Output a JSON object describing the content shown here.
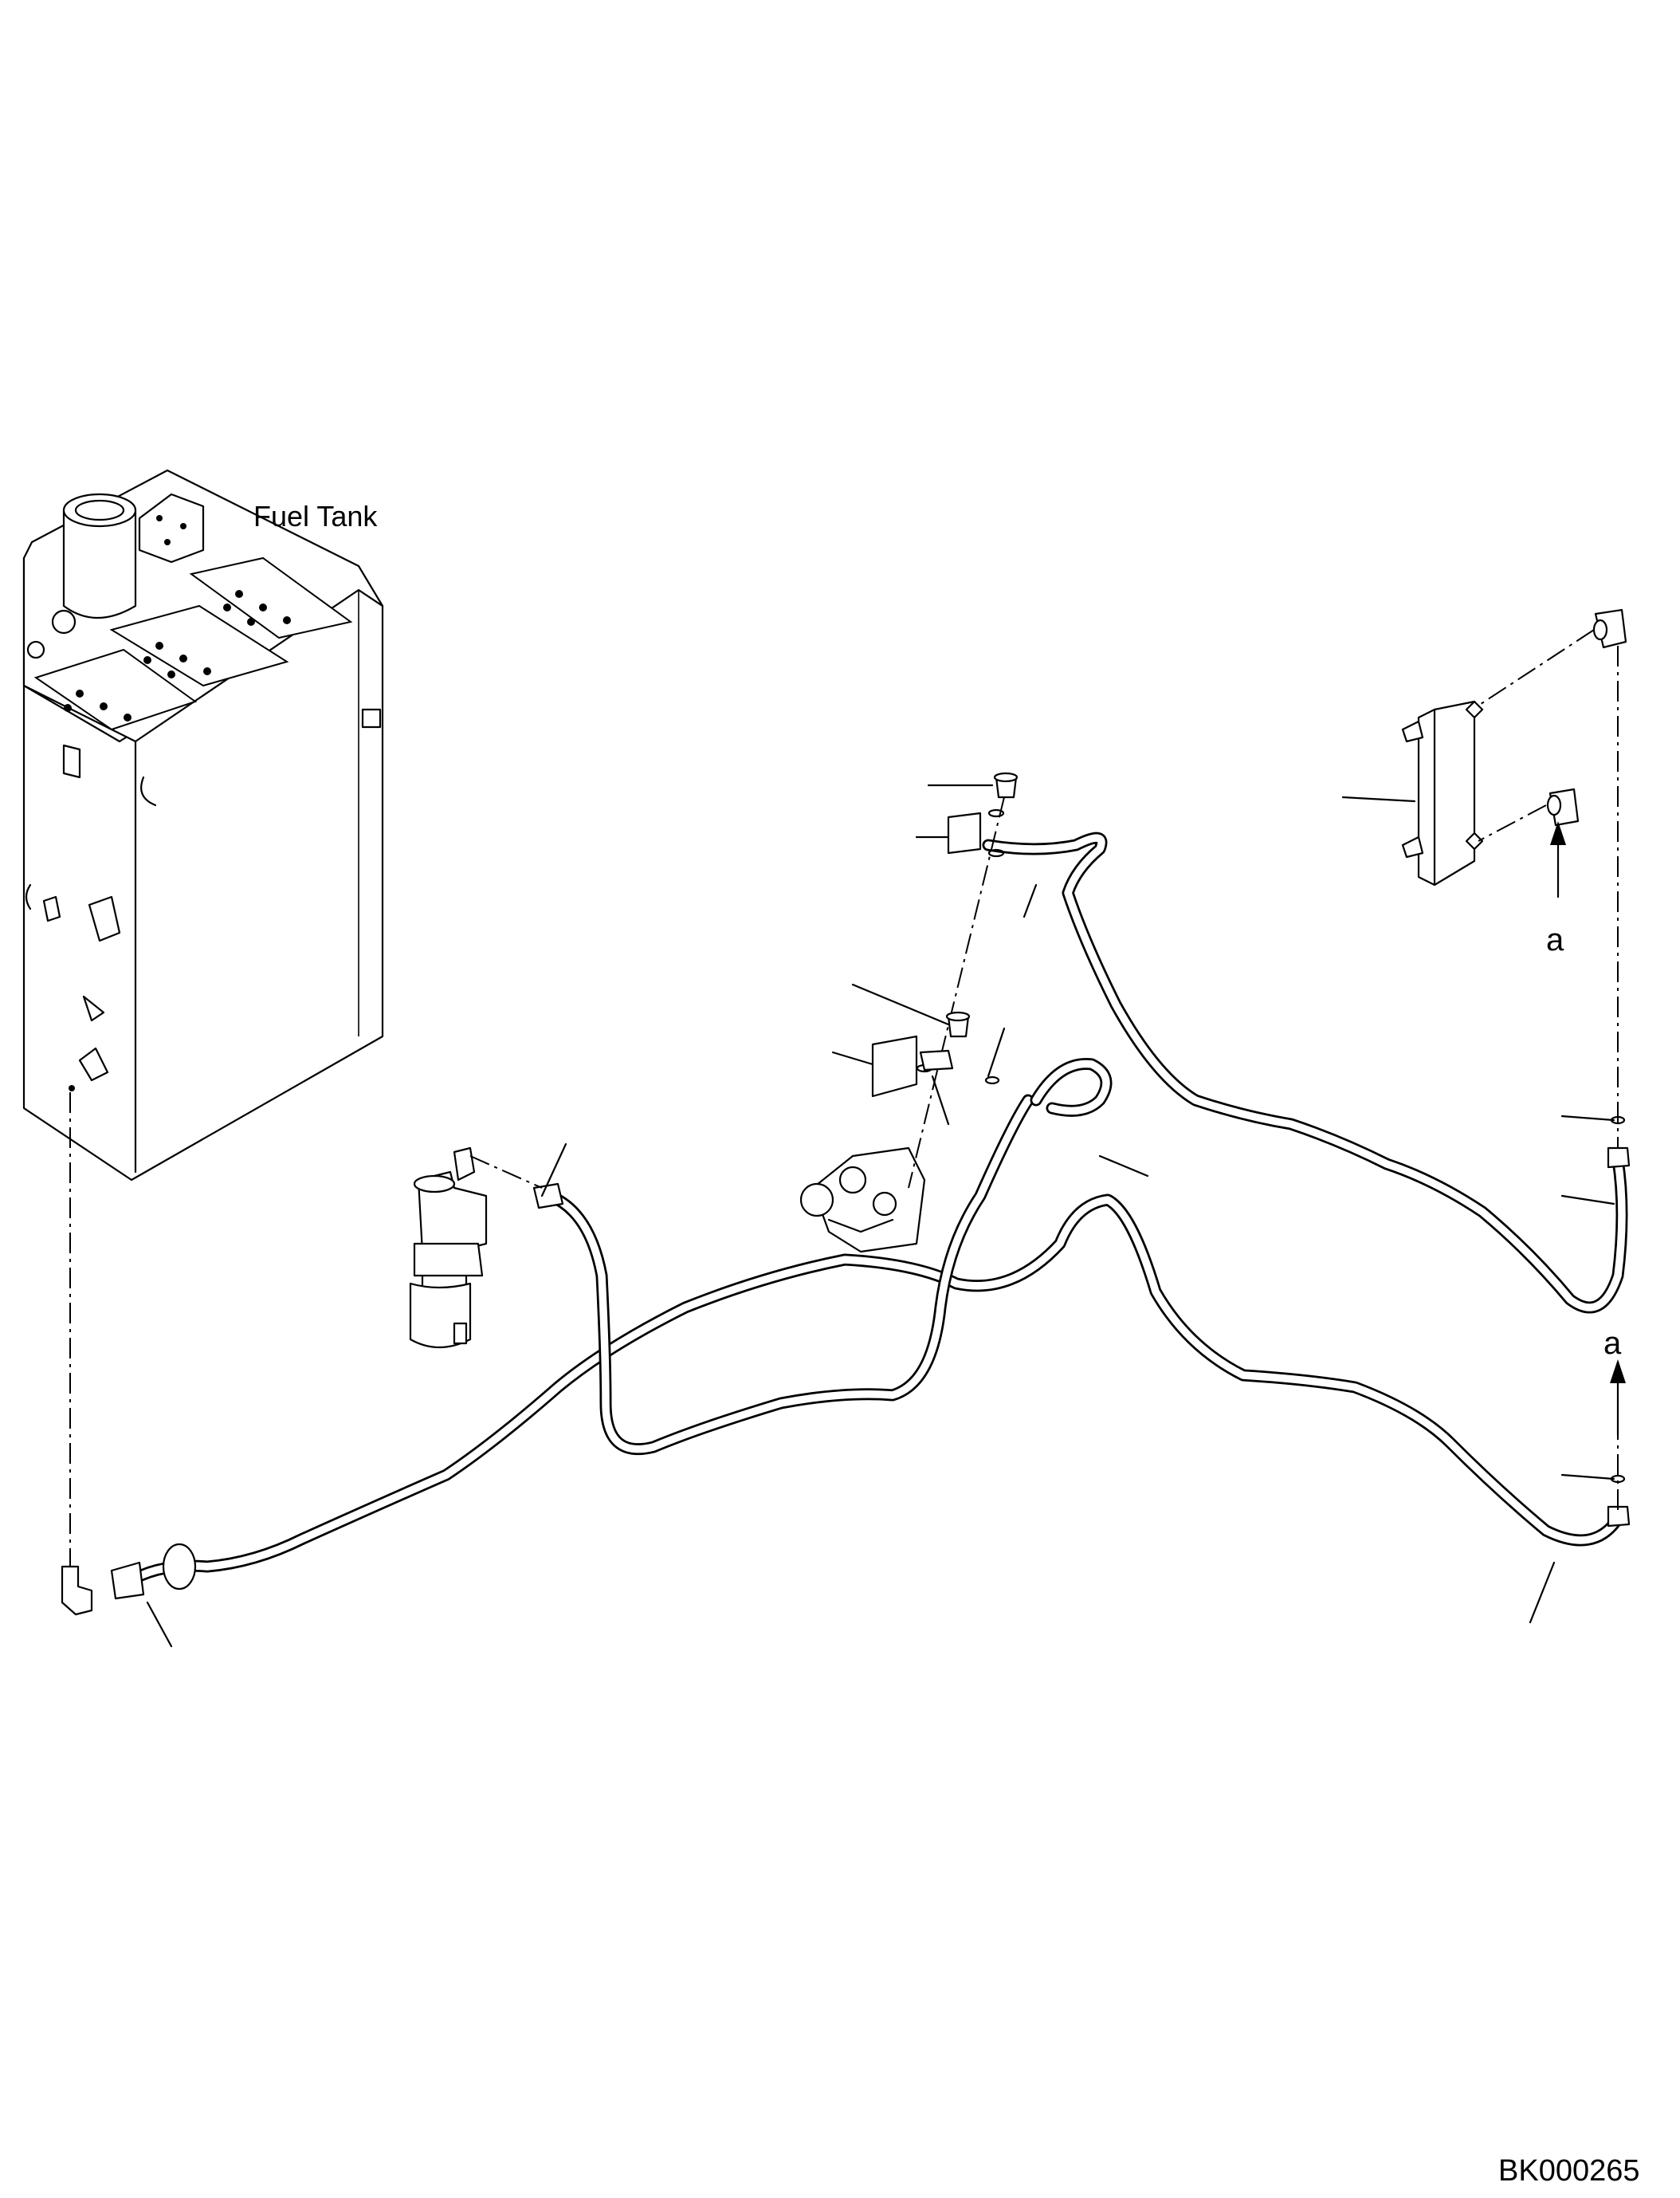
{
  "diagram": {
    "labels": {
      "fuel_tank": "Fuel Tank",
      "ref_a_top": "a",
      "ref_a_bottom": "a",
      "drawing_code": "BK000265"
    }
  }
}
